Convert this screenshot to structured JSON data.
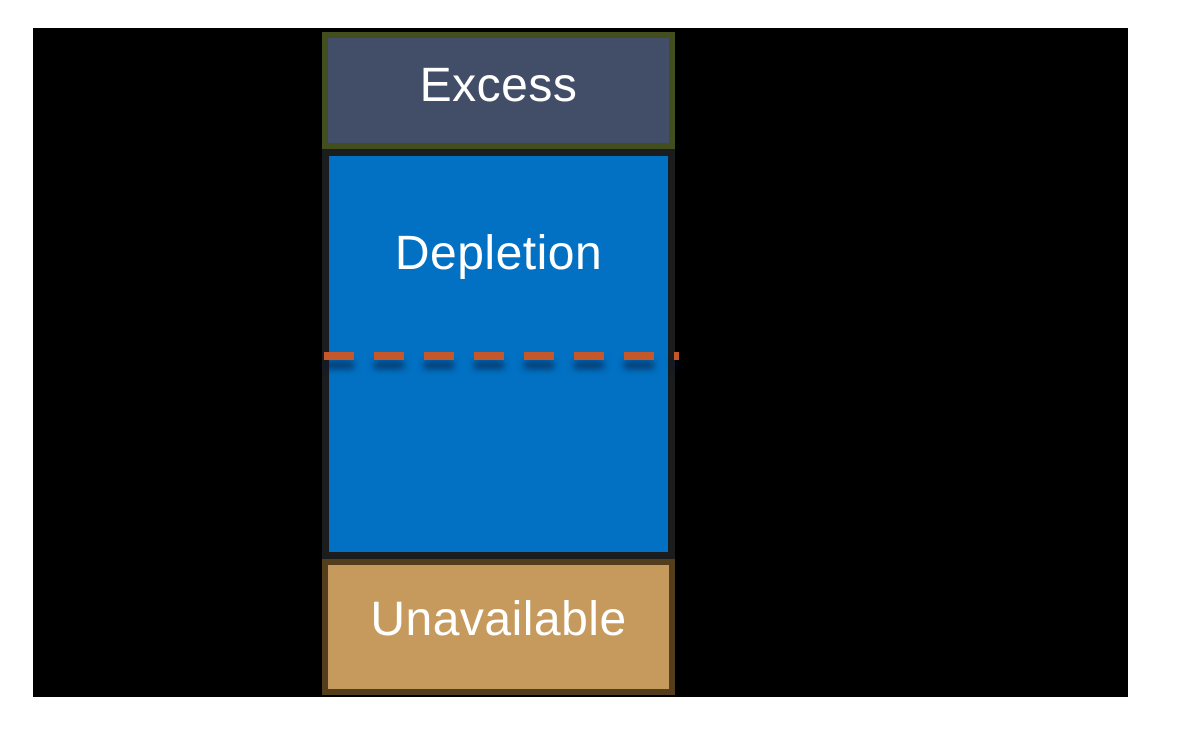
{
  "page": {
    "background_color": "#ffffff"
  },
  "canvas": {
    "background_color": "#000000"
  },
  "bar": {
    "description": "single vertical stacked column of three labeled zones",
    "segments": [
      {
        "name": "excess",
        "label": "Excess",
        "fill_color": "#424E68",
        "border_color": "#434E1E",
        "text_color": "#ffffff",
        "height_fraction": 0.18
      },
      {
        "name": "depletion",
        "label": "Depletion",
        "fill_color": "#0271C3",
        "border_color": "#1B1C1E",
        "text_color": "#ffffff",
        "height_fraction": 0.62
      },
      {
        "name": "unavailable",
        "label": "Unavailable",
        "fill_color": "#C69A5C",
        "border_color": "#523E1C",
        "text_color": "#ffffff",
        "height_fraction": 0.2
      }
    ],
    "divider_line": {
      "color": "#C4582A",
      "style": "dashed",
      "position": "horizontal, at vertical middle of the Depletion segment"
    }
  }
}
